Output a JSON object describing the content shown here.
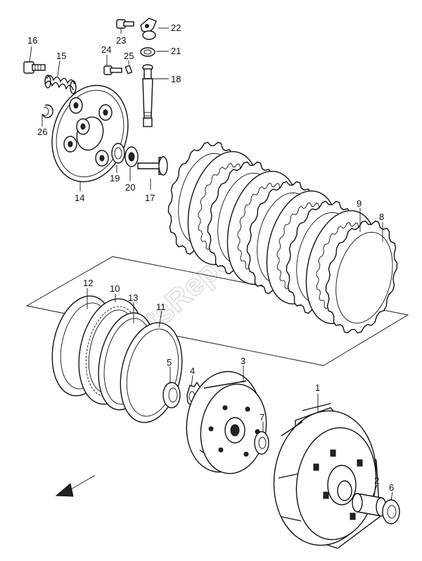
{
  "watermark": "PartsRepublik",
  "callouts": {
    "p1": "1",
    "p2": "2",
    "p3": "3",
    "p4": "4",
    "p5": "5",
    "p6": "6",
    "p7": "7",
    "p8": "8",
    "p9": "9",
    "p10": "10",
    "p11": "11",
    "p12": "12",
    "p13": "13",
    "p14": "14",
    "p15": "15",
    "p16": "16",
    "p17": "17",
    "p18": "18",
    "p19": "19",
    "p20": "20",
    "p21": "21",
    "p22": "22",
    "p23": "23",
    "p24": "24",
    "p25": "25",
    "p26": "26"
  }
}
